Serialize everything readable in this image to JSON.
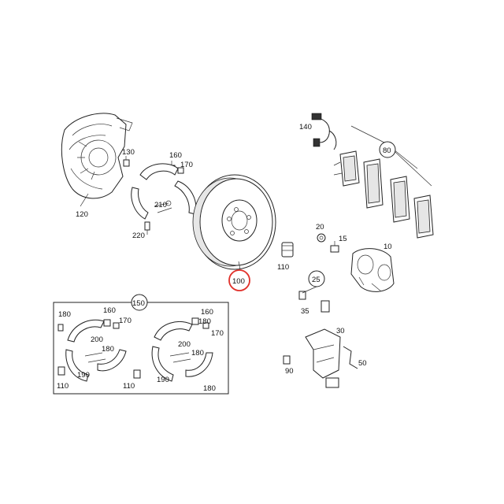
{
  "labels": {
    "l120": "120",
    "l130": "130",
    "l160a": "160",
    "l170a": "170",
    "l210": "210",
    "l220": "220",
    "l100": "100",
    "l110a": "110",
    "l140": "140",
    "l80": "80",
    "l20": "20",
    "l15": "15",
    "l10": "10",
    "l25": "25",
    "l35": "35",
    "l30": "30",
    "l90": "90",
    "l50": "50",
    "l150": "150",
    "l180a": "180",
    "l160b": "160",
    "l170b": "170",
    "l200a": "200",
    "l180b": "180",
    "l190a": "190",
    "l110b": "110",
    "l110c": "110",
    "l160c": "160",
    "l180c": "180",
    "l170c": "170",
    "l200b": "200",
    "l180d": "180",
    "l190b": "190",
    "l180e": "180"
  },
  "highlight": {
    "part": "100",
    "color": "#e0302a"
  }
}
